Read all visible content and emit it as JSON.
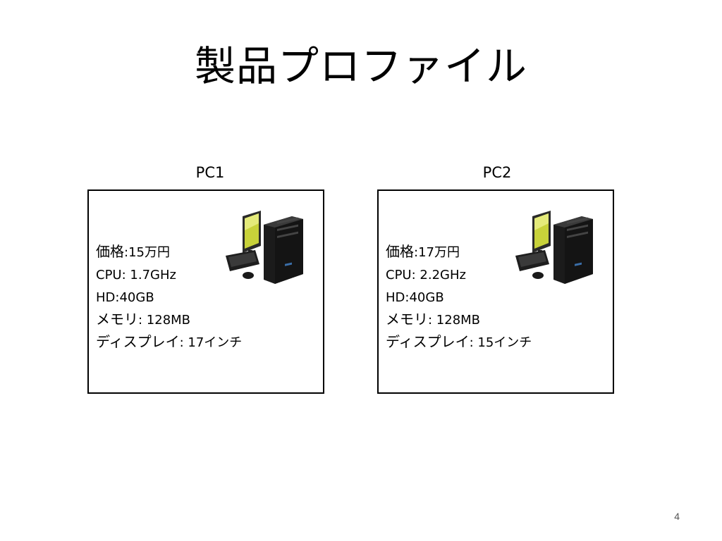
{
  "title": "製品プロファイル",
  "page_number": "4",
  "pcs": [
    {
      "label": "PC1",
      "specs": [
        {
          "key": "価格",
          "value": ":15万円"
        },
        {
          "key": "CPU:",
          "value": " 1.7GHz"
        },
        {
          "key": "HD",
          "value": ":40GB"
        },
        {
          "key": "メモリ",
          "value": ": 128MB"
        },
        {
          "key": "ディスプレイ",
          "value": ": 17インチ"
        }
      ],
      "image_icon": "desktop-pc-icon"
    },
    {
      "label": "PC2",
      "specs": [
        {
          "key": "価格",
          "value": ":17万円"
        },
        {
          "key": "CPU:",
          "value": " 2.2GHz"
        },
        {
          "key": "HD",
          "value": ":40GB"
        },
        {
          "key": "メモリ",
          "value": ": 128MB"
        },
        {
          "key": "ディスプレイ",
          "value": ": 15インチ"
        }
      ],
      "image_icon": "desktop-pc-icon"
    }
  ]
}
